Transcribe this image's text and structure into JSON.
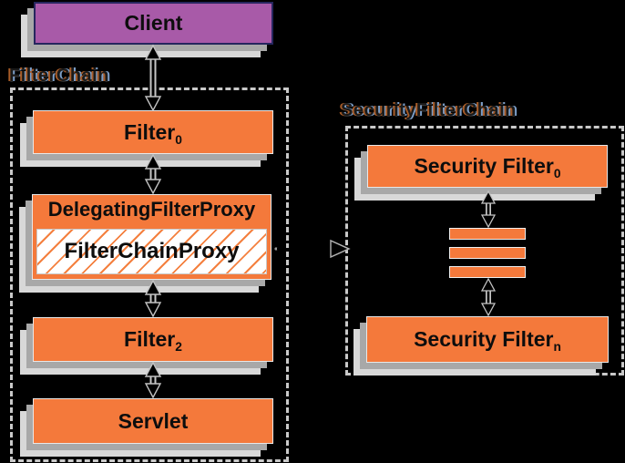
{
  "diagram_title": "Spring Security FilterChain architecture",
  "background_color": "#000000",
  "colors": {
    "box_orange": "#f4793b",
    "client_purple": "#a85aa8",
    "client_border_navy": "#26265e",
    "shadow_dark_gray": "#a8a8a8",
    "shadow_light_gray": "#d8d8d8",
    "dashed_border_gray": "#c9c9c9",
    "hatch_orange": "#f4803f",
    "text_black": "#0d0d0d"
  },
  "groups": {
    "filterchain": {
      "label": "FilterChain"
    },
    "security_filterchain": {
      "label": "SecurityFilterChain"
    }
  },
  "boxes": {
    "client": {
      "label": "Client"
    },
    "filter0": {
      "label": "Filter",
      "sub": "0"
    },
    "delegating_filter_proxy": {
      "label": "DelegatingFilterProxy"
    },
    "filter_chain_proxy": {
      "label": "FilterChainProxy"
    },
    "filter2": {
      "label": "Filter",
      "sub": "2"
    },
    "servlet": {
      "label": "Servlet"
    },
    "security_filter_0": {
      "label": "Security Filter",
      "sub": "0"
    },
    "security_filter_n": {
      "label": "Security Filter",
      "sub": "n"
    }
  },
  "icons": {
    "ellipsis_bars_count": 3,
    "arrows": [
      "client to filter0 double arrow",
      "filter0 to delegating-filter-proxy double arrow",
      "delegating-filter-proxy to filter2 double arrow",
      "filter2 to servlet double arrow",
      "security-filter-0 to ellipsis double arrow",
      "ellipsis to security-filter-n double arrow",
      "filter-chain-proxy to security-filter-chain open arrow"
    ]
  }
}
